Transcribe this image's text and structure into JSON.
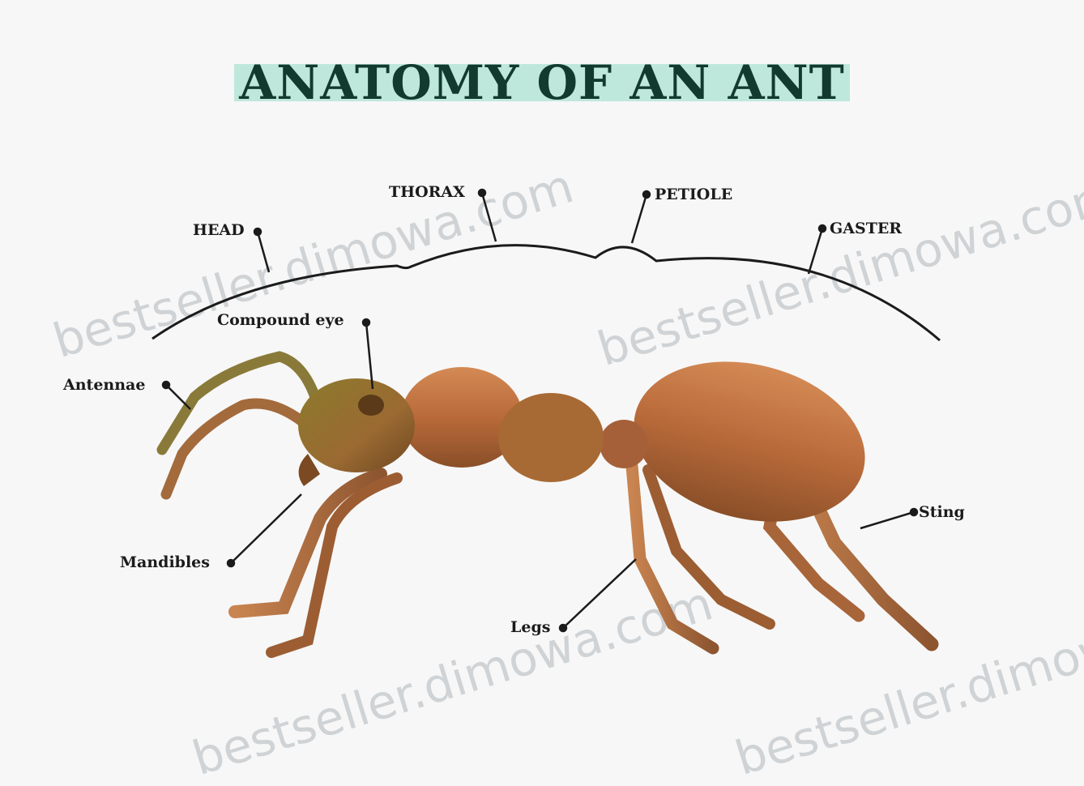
{
  "title": "ANATOMY OF AN ANT",
  "body_regions": {
    "head": "HEAD",
    "thorax": "THORAX",
    "petiole": "PETIOLE",
    "gaster": "GASTER"
  },
  "parts": {
    "compound_eye": "Compound eye",
    "antennae": "Antennae",
    "mandibles": "Mandibles",
    "legs": "Legs",
    "sting": "Sting"
  },
  "watermark": "bestseller.dimowa.com",
  "colors": {
    "title_text": "#123a2e",
    "title_highlight": "#bfe8dc",
    "ant_body": "#b96a3a",
    "ant_dark": "#7b4a22",
    "ant_olive": "#8c7a2c",
    "leader_line": "#1b1b1b"
  }
}
